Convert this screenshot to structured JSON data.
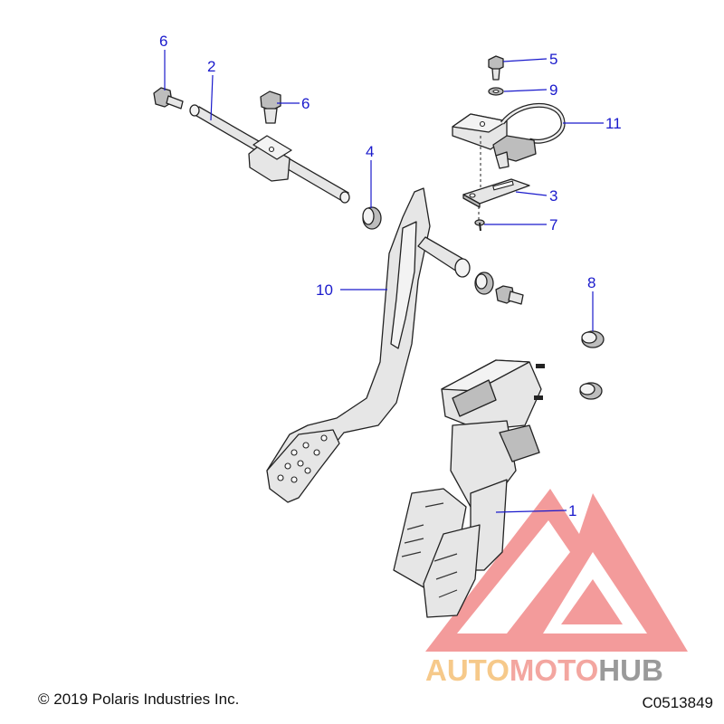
{
  "callouts": {
    "c1": "1",
    "c2": "2",
    "c3": "3",
    "c4": "4",
    "c5": "5",
    "c6a": "6",
    "c6b": "6",
    "c7": "7",
    "c8": "8",
    "c9": "9",
    "c10": "10",
    "c11": "11"
  },
  "footer": {
    "copyright": "© 2019 Polaris Industries Inc.",
    "drawing_code": "C0513849"
  },
  "watermark": {
    "part1": "AUTO",
    "part2": "MOTO",
    "part3": "HUB",
    "colors": {
      "auto": "#f6c98a",
      "moto": "#f3a6a0",
      "hub": "#9a9a9a",
      "logo": "#f08080"
    }
  },
  "colors": {
    "callout": "#1a1acc",
    "line": "#222222"
  }
}
